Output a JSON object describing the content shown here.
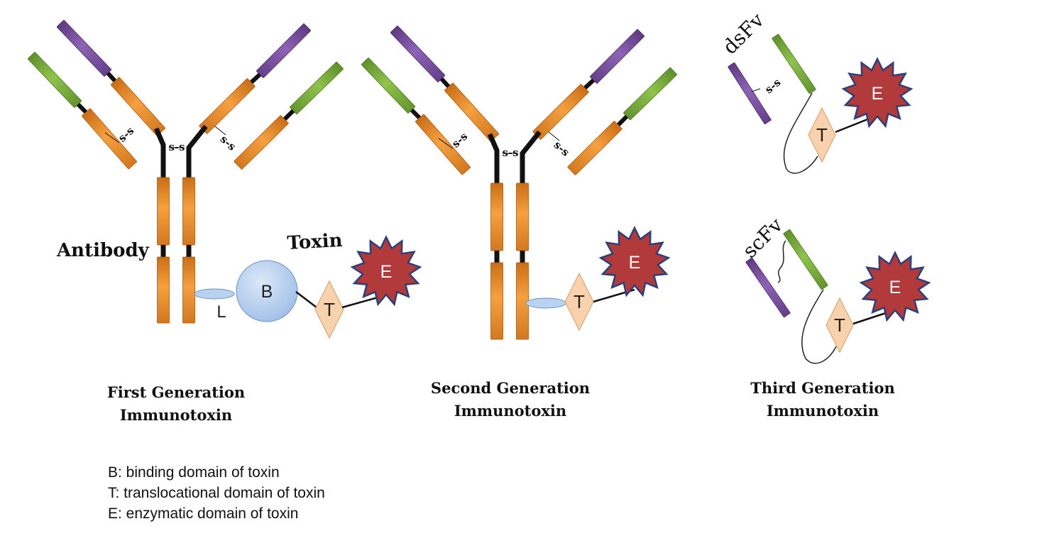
{
  "labels": {
    "antibody": "Antibody",
    "toxin": "Toxin",
    "dsfv": "dsFv",
    "scfv": "scFv",
    "ss": "s-s",
    "b": "B",
    "l": "L",
    "t": "T",
    "e": "E"
  },
  "captions": {
    "first": [
      "First Generation",
      "Immunotoxin"
    ],
    "second": [
      "Second Generation",
      "Immunotoxin"
    ],
    "third": [
      "Third Generation",
      "Immunotoxin"
    ]
  },
  "legend": [
    "B: binding domain of toxin",
    "T: translocational domain of toxin",
    "E: enzymatic domain of toxin"
  ],
  "colors": {
    "orange": "#f0922e",
    "purple": "#7a4f9e",
    "green": "#79ad3c",
    "black": "#111111",
    "binding_domain": "#b8d2f2",
    "translocation_domain": "#f8d2ad",
    "enzymatic_domain": "#b33a3a",
    "enzymatic_border": "#2b3f7a",
    "linker": "#b8d2f2"
  }
}
